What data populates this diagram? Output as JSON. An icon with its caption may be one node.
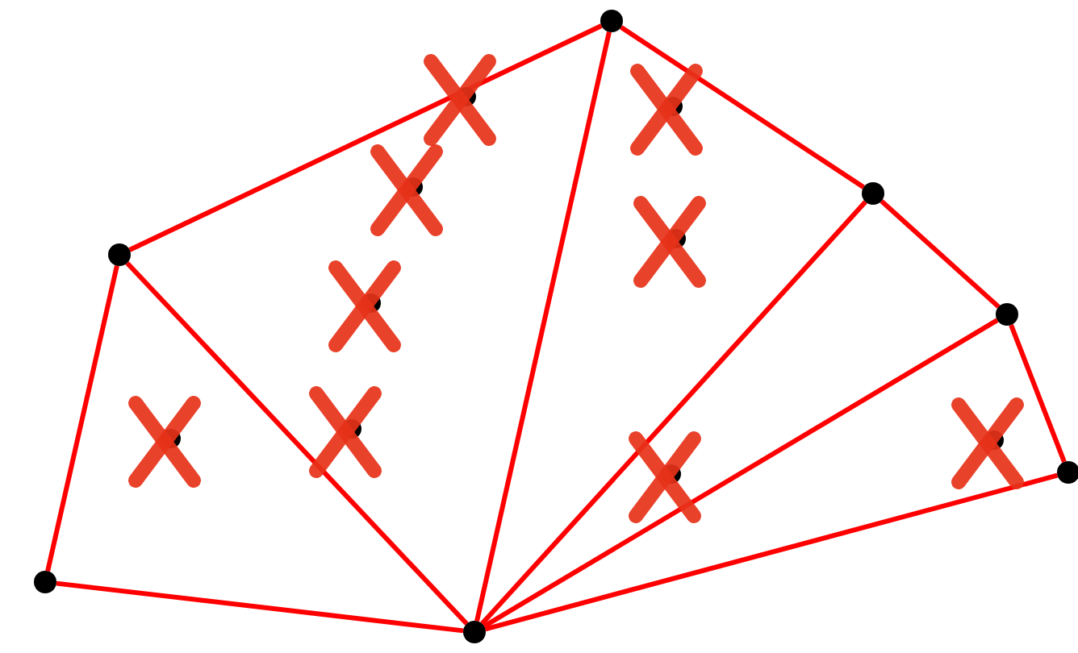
{
  "diagram": {
    "nodes": [
      {
        "text": [],
        "shape": "circle"
      },
      {
        "text": [],
        "shape": "circle"
      },
      {
        "text": [],
        "shape": "circle"
      },
      {
        "text": [],
        "shape": "circle"
      },
      {
        "text": [],
        "shape": "circle"
      },
      {
        "text": [],
        "shape": "circle"
      },
      {
        "text": [],
        "shape": "circle"
      }
    ],
    "edges": [
      {
        "from": 0,
        "to": 1,
        "arrow": "none"
      },
      {
        "from": 1,
        "to": 3,
        "arrow": "none"
      },
      {
        "from": 3,
        "to": 4,
        "arrow": "none"
      },
      {
        "from": 4,
        "to": 5,
        "arrow": "none"
      },
      {
        "from": 5,
        "to": 6,
        "arrow": "none"
      },
      {
        "from": 0,
        "to": 2,
        "arrow": "none"
      },
      {
        "from": 2,
        "to": 6,
        "arrow": "none"
      },
      {
        "from": 2,
        "to": 1,
        "arrow": "none"
      },
      {
        "from": 2,
        "to": 3,
        "arrow": "none"
      },
      {
        "from": 2,
        "to": 4,
        "arrow": "none"
      },
      {
        "from": 2,
        "to": 5,
        "arrow": "none"
      }
    ]
  }
}
